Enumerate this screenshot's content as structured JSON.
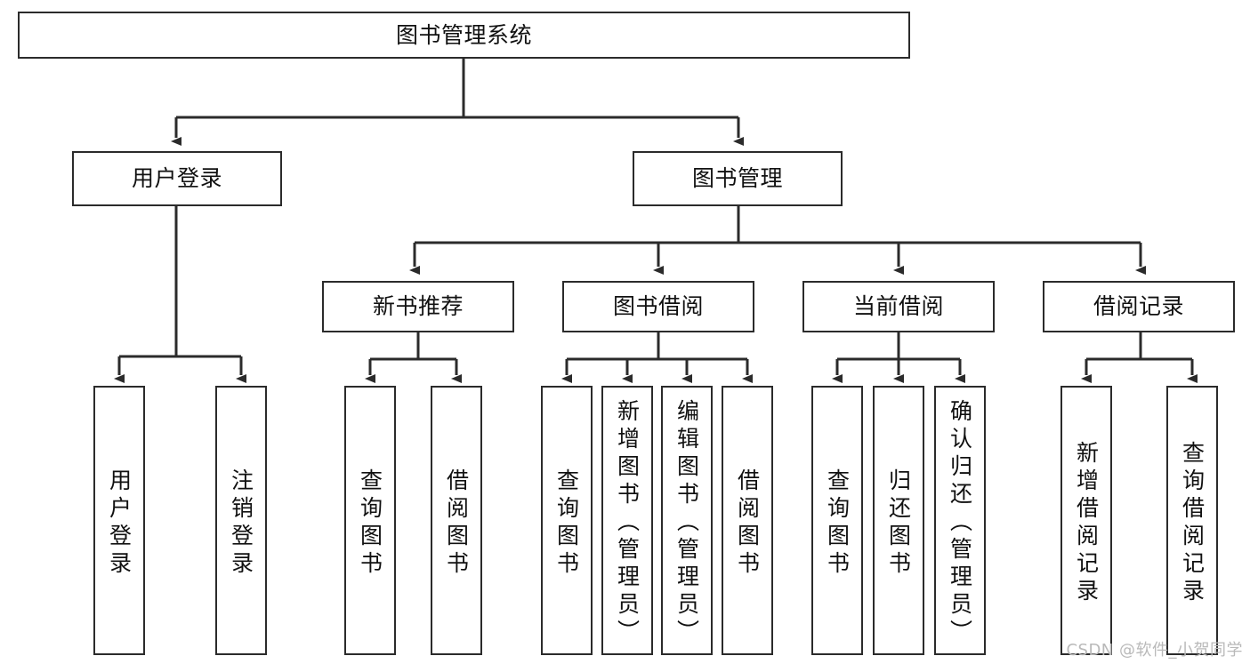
{
  "diagram": {
    "type": "tree-hierarchy",
    "title": "图书管理系统",
    "orientation": "top-down",
    "colors": {
      "stroke": "#2b2b2b",
      "fill": "#ffffff",
      "text": "#111111",
      "watermark": "#b9b9b9"
    },
    "levels": [
      {
        "level": 1,
        "nodes": [
          {
            "id": "root",
            "label": "图书管理系统",
            "text_direction": "horizontal"
          }
        ]
      },
      {
        "level": 2,
        "nodes": [
          {
            "id": "login",
            "label": "用户登录",
            "text_direction": "horizontal",
            "parent": "root"
          },
          {
            "id": "bookmgmt",
            "label": "图书管理",
            "text_direction": "horizontal",
            "parent": "root"
          }
        ]
      },
      {
        "level": 3,
        "nodes": [
          {
            "id": "newbook",
            "label": "新书推荐",
            "text_direction": "horizontal",
            "parent": "bookmgmt"
          },
          {
            "id": "borrow",
            "label": "图书借阅",
            "text_direction": "horizontal",
            "parent": "bookmgmt"
          },
          {
            "id": "current",
            "label": "当前借阅",
            "text_direction": "horizontal",
            "parent": "bookmgmt"
          },
          {
            "id": "records",
            "label": "借阅记录",
            "text_direction": "horizontal",
            "parent": "bookmgmt"
          }
        ]
      },
      {
        "level": 4,
        "nodes": [
          {
            "id": "leaf1",
            "label": "用户登录",
            "text_direction": "vertical",
            "parent": "login"
          },
          {
            "id": "leaf2",
            "label": "注销登录",
            "text_direction": "vertical",
            "parent": "login"
          },
          {
            "id": "leaf3",
            "label": "查询图书",
            "text_direction": "vertical",
            "parent": "newbook"
          },
          {
            "id": "leaf4",
            "label": "借阅图书",
            "text_direction": "vertical",
            "parent": "newbook"
          },
          {
            "id": "leaf5",
            "label": "查询图书",
            "text_direction": "vertical",
            "parent": "borrow"
          },
          {
            "id": "leaf6",
            "label": "新增图书（管理员）",
            "text_direction": "vertical",
            "parent": "borrow"
          },
          {
            "id": "leaf7",
            "label": "编辑图书（管理员）",
            "text_direction": "vertical",
            "parent": "borrow"
          },
          {
            "id": "leaf8",
            "label": "借阅图书",
            "text_direction": "vertical",
            "parent": "borrow"
          },
          {
            "id": "leaf9",
            "label": "查询图书",
            "text_direction": "vertical",
            "parent": "current"
          },
          {
            "id": "leaf10",
            "label": "归还图书",
            "text_direction": "vertical",
            "parent": "current"
          },
          {
            "id": "leaf11",
            "label": "确认归还（管理员）",
            "text_direction": "vertical",
            "parent": "current"
          },
          {
            "id": "leaf12",
            "label": "新增借阅记录",
            "text_direction": "vertical",
            "parent": "records"
          },
          {
            "id": "leaf13",
            "label": "查询借阅记录",
            "text_direction": "vertical",
            "parent": "records"
          }
        ]
      }
    ]
  },
  "watermark": {
    "text": "CSDN @软件_小贺同学"
  }
}
